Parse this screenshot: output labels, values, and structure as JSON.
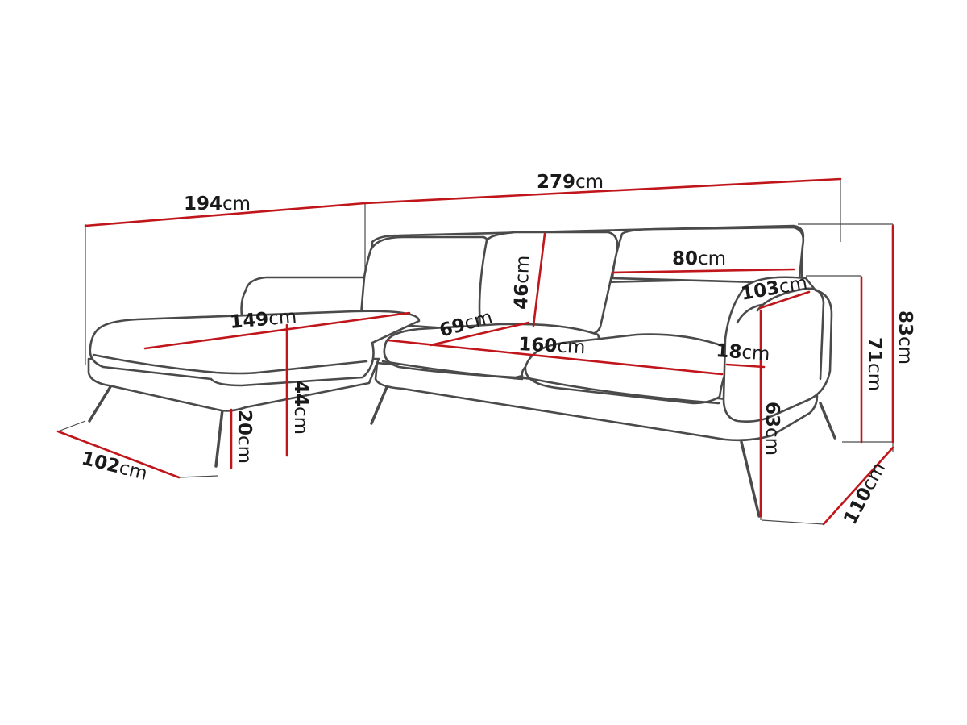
{
  "dimensions": [
    {
      "id": "chaise-length",
      "value": "194",
      "unit": "cm"
    },
    {
      "id": "total-width",
      "value": "279",
      "unit": "cm"
    },
    {
      "id": "total-height",
      "value": "83",
      "unit": "cm"
    },
    {
      "id": "armrest-height",
      "value": "71",
      "unit": "cm"
    },
    {
      "id": "total-depth",
      "value": "110",
      "unit": "cm"
    },
    {
      "id": "chaise-depth",
      "value": "102",
      "unit": "cm"
    },
    {
      "id": "backrest-height",
      "value": "46",
      "unit": "cm"
    },
    {
      "id": "cushion-width",
      "value": "80",
      "unit": "cm"
    },
    {
      "id": "armrest-length",
      "value": "103",
      "unit": "cm"
    },
    {
      "id": "seat-length",
      "value": "149",
      "unit": "cm"
    },
    {
      "id": "seat-depth",
      "value": "69",
      "unit": "cm"
    },
    {
      "id": "seat-width",
      "value": "160",
      "unit": "cm"
    },
    {
      "id": "armrest-width",
      "value": "18",
      "unit": "cm"
    },
    {
      "id": "seat-height",
      "value": "44",
      "unit": "cm"
    },
    {
      "id": "leg-height",
      "value": "20",
      "unit": "cm"
    },
    {
      "id": "back-leg-height",
      "value": "63",
      "unit": "cm"
    }
  ],
  "colors": {
    "outline": "#4a4a4a",
    "dimension_line": "#c0161b",
    "background": "#ffffff"
  }
}
